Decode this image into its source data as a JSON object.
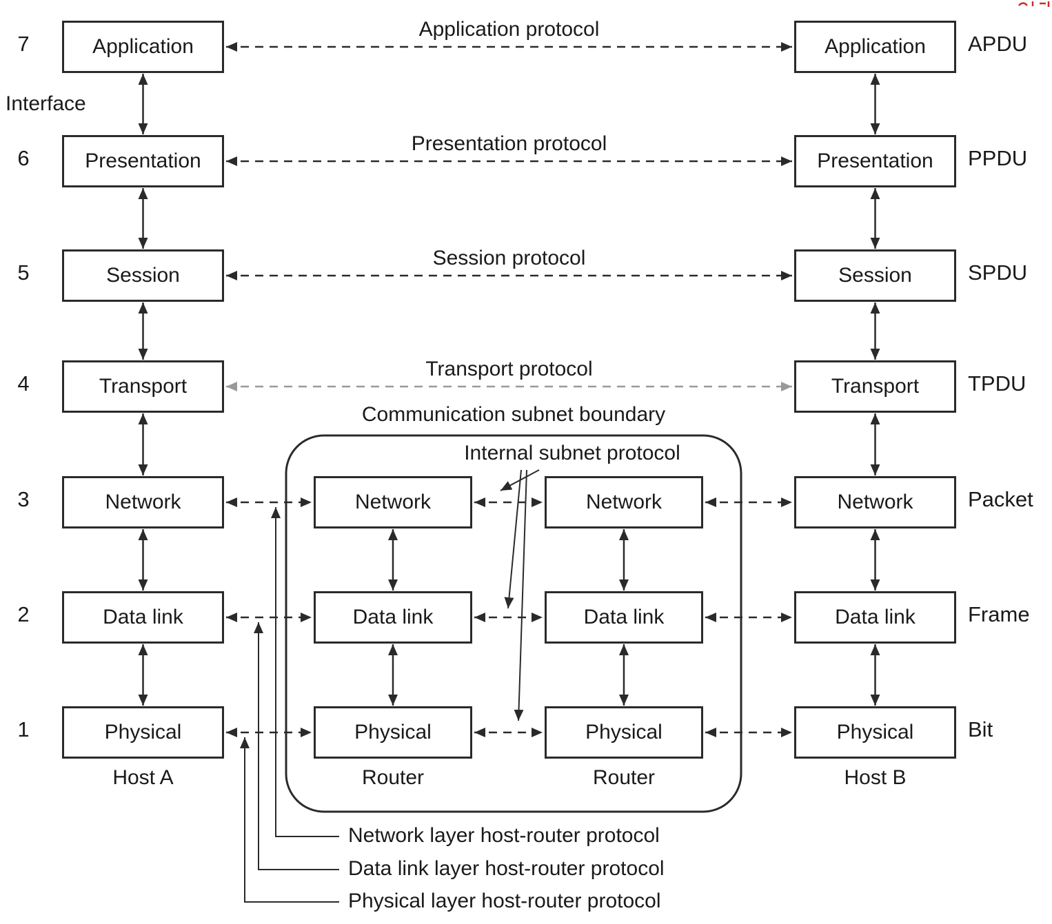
{
  "layer_numbers": [
    "7",
    "6",
    "5",
    "4",
    "3",
    "2",
    "1"
  ],
  "host_a": {
    "label": "Host A",
    "layers": [
      "Application",
      "Presentation",
      "Session",
      "Transport",
      "Network",
      "Data link",
      "Physical"
    ]
  },
  "host_b": {
    "label": "Host B",
    "layers": [
      "Application",
      "Presentation",
      "Session",
      "Transport",
      "Network",
      "Data link",
      "Physical"
    ]
  },
  "router_1": {
    "label": "Router",
    "layers": [
      "Network",
      "Data link",
      "Physical"
    ]
  },
  "router_2": {
    "label": "Router",
    "layers": [
      "Network",
      "Data link",
      "Physical"
    ]
  },
  "protocols": [
    "Application protocol",
    "Presentation protocol",
    "Session protocol",
    "Transport protocol"
  ],
  "units": [
    "APDU",
    "PPDU",
    "SPDU",
    "TPDU",
    "Packet",
    "Frame",
    "Bit"
  ],
  "annotations": {
    "interface": "Interface",
    "subnet_boundary": "Communication subnet boundary",
    "internal_subnet": "Internal subnet protocol",
    "legend": [
      "Network layer host-router protocol",
      "Data link layer host-router protocol",
      "Physical layer host-router protocol"
    ]
  },
  "colors": {
    "line": "#2a2a2a",
    "gray_line": "#999999",
    "accent_red": "#cc2a2a"
  }
}
